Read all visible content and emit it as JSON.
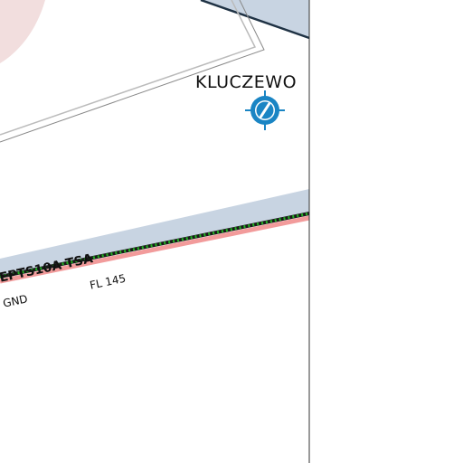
{
  "map": {
    "tile_edge_visible": true,
    "colors": {
      "background": "#ffffff",
      "zone_fill": "#c8d4e2",
      "zone_edge": "#1f3244",
      "restricted_tint": "#f2dede",
      "restricted_pink": "#f29b9b",
      "dotted_boundary": "#22b022",
      "boundary_dash": "#1a1a1a",
      "navaid": "#1a85c4"
    }
  },
  "airspace": {
    "name": "EPTS10A TSA",
    "lower_limit": "GND",
    "upper_limit": "FL 145"
  },
  "navaid": {
    "name": "KLUCZEWO",
    "icon": "vor-navaid-icon"
  }
}
